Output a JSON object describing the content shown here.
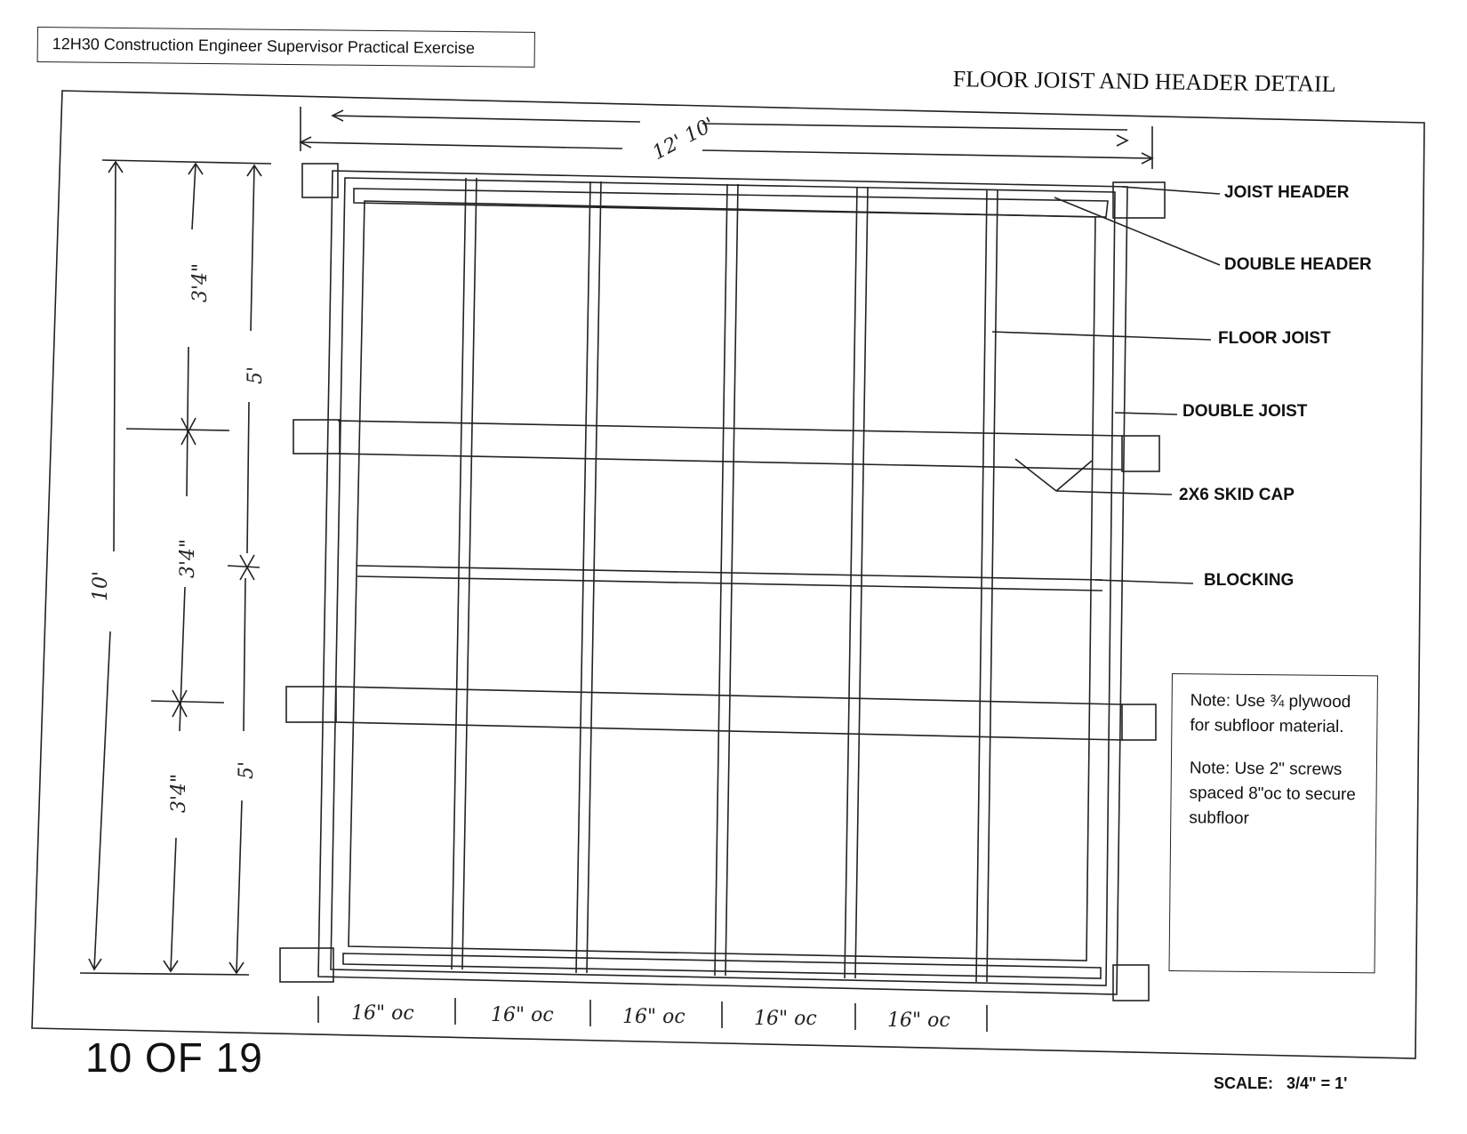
{
  "header": {
    "exercise_title": "12H30 Construction Engineer Supervisor Practical Exercise",
    "detail_title": "FLOOR JOIST AND HEADER DETAIL"
  },
  "labels": {
    "joist_header": "JOIST HEADER",
    "double_header": "DOUBLE HEADER",
    "floor_joist": "FLOOR JOIST",
    "double_joist": "DOUBLE JOIST",
    "skid_cap": "2X6 SKID CAP",
    "blocking": "BLOCKING"
  },
  "dimensions": {
    "overall_width": "12' 10'",
    "overall_length": "10'",
    "half_top": "5'",
    "half_bottom": "5'",
    "third_top": "3'4\"",
    "third_middle": "3'4\"",
    "third_bottom": "3'4\"",
    "spacing": [
      "16\" oc",
      "16\" oc",
      "16\" oc",
      "16\" oc",
      "16\" oc"
    ]
  },
  "notes": {
    "note_1": "Note: Use ¾ plywood for subfloor material.",
    "note_2": "Note: Use 2\" screws spaced 8\"oc to secure subfloor"
  },
  "footer": {
    "page": "10 OF 19",
    "scale_label": "SCALE:",
    "scale_value": "3/4\" = 1'"
  }
}
